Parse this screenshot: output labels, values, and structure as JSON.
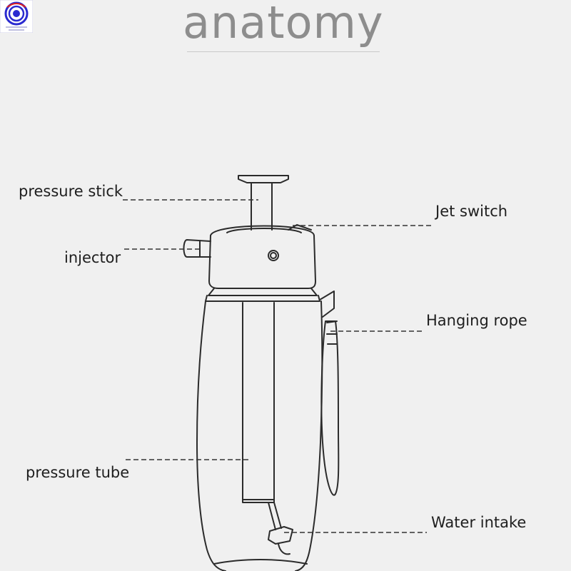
{
  "title": "anatomy",
  "colors": {
    "background": "#f0f0f0",
    "title": "#8d8d8d",
    "outline": "#2b2b2b",
    "leader_line": "#333333",
    "logo": "#2a2ad0"
  },
  "labels": {
    "pressure_stick": "pressure stick",
    "jet_switch": "Jet switch",
    "injector": "injector",
    "hanging_rope": "Hanging rope",
    "pressure_tube": "pressure tube",
    "water_intake": "Water intake"
  },
  "logo": {
    "icon": "swirl-logo-icon"
  }
}
